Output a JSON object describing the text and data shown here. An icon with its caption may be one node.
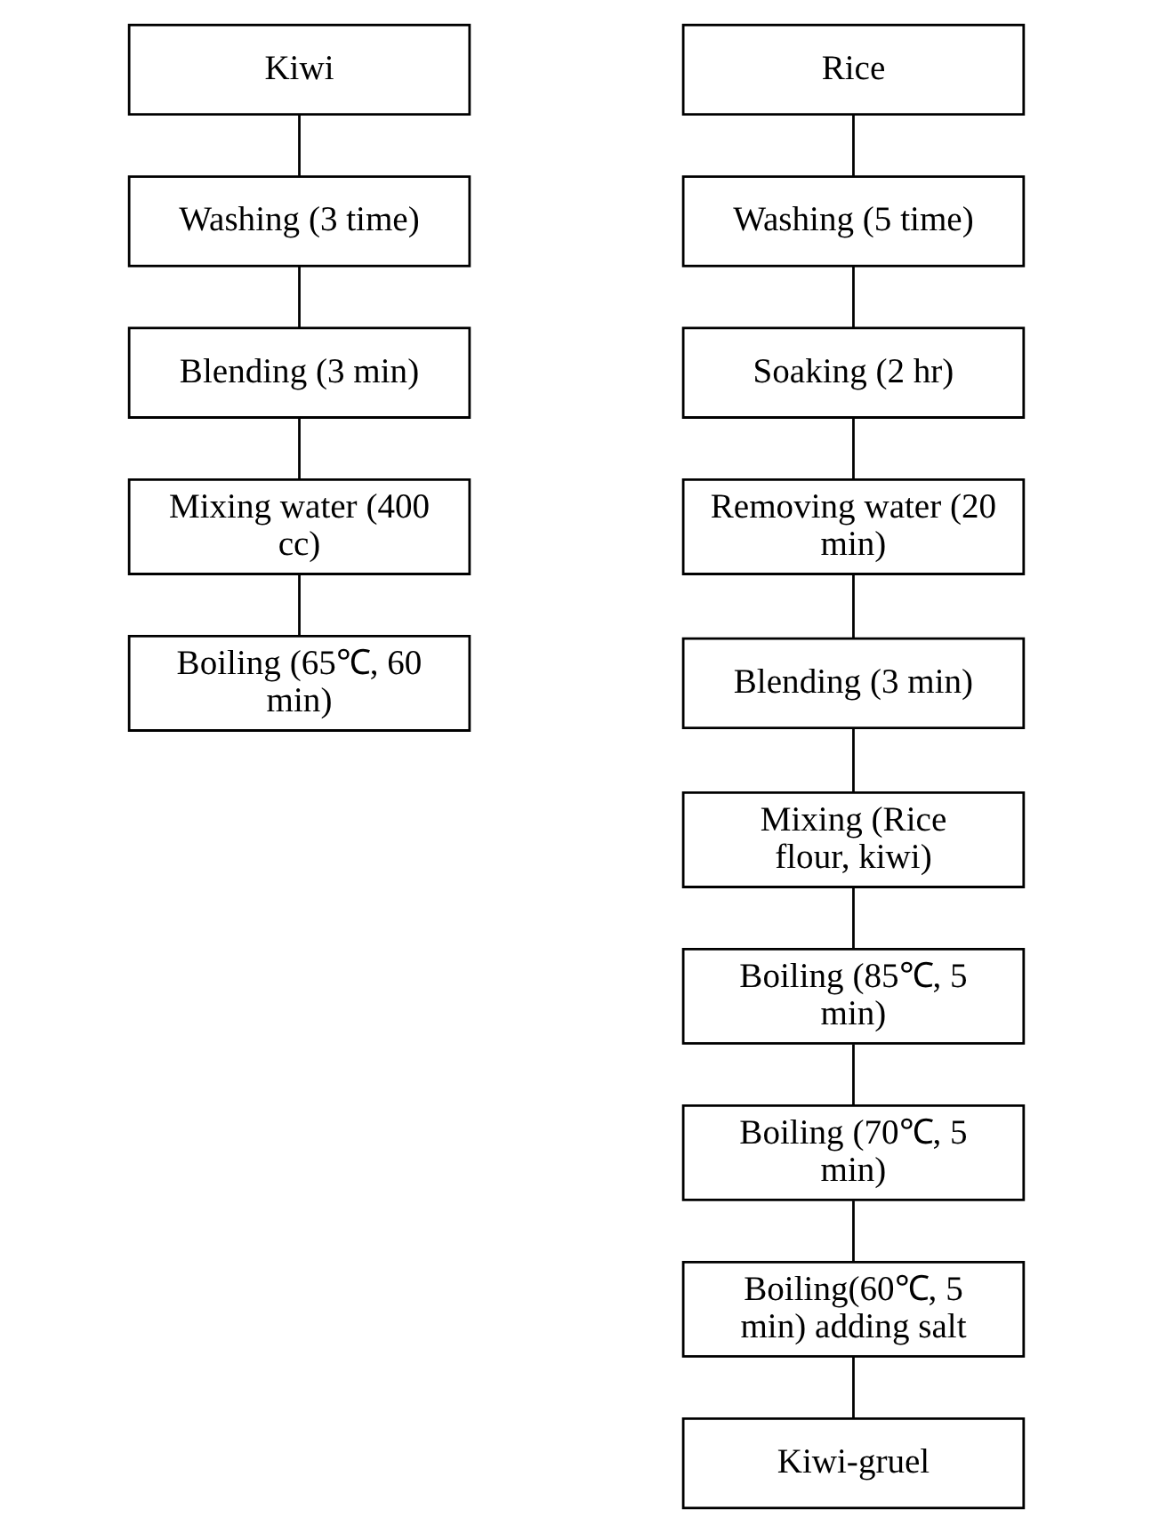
{
  "diagram": {
    "nodes": [
      {
        "text": [
          "Kiwi"
        ]
      },
      {
        "text": [
          "Washing (3 time)"
        ]
      },
      {
        "text": [
          "Blending (3 min)"
        ]
      },
      {
        "text": [
          "Mixing water (400 cc)"
        ]
      },
      {
        "text": [
          "Boiling (65℃, 60 min)"
        ]
      },
      {
        "text": [
          "Rice"
        ]
      },
      {
        "text": [
          "Washing (5 time)"
        ]
      },
      {
        "text": [
          "Soaking (2 hr)"
        ]
      },
      {
        "text": [
          "Removing water (20 min)"
        ]
      },
      {
        "text": [
          "Blending (3 min)"
        ]
      },
      {
        "text": [
          "Mixing (Rice flour, kiwi)"
        ]
      },
      {
        "text": [
          "Boiling (85℃, 5 min)"
        ]
      },
      {
        "text": [
          "Boiling (70℃, 5 min)"
        ]
      },
      {
        "text": [
          "Boiling(60℃, 5 min) adding salt"
        ]
      },
      {
        "text": [
          "Kiwi-gruel"
        ]
      }
    ],
    "edges": [
      {
        "from": 0,
        "to": 1,
        "arrow": "none"
      },
      {
        "from": 1,
        "to": 2,
        "arrow": "none"
      },
      {
        "from": 2,
        "to": 3,
        "arrow": "none"
      },
      {
        "from": 3,
        "to": 4,
        "arrow": "none"
      },
      {
        "from": 5,
        "to": 6,
        "arrow": "none"
      },
      {
        "from": 6,
        "to": 7,
        "arrow": "none"
      },
      {
        "from": 7,
        "to": 8,
        "arrow": "none"
      },
      {
        "from": 8,
        "to": 9,
        "arrow": "none"
      },
      {
        "from": 9,
        "to": 10,
        "arrow": "none"
      },
      {
        "from": 10,
        "to": 11,
        "arrow": "none"
      },
      {
        "from": 11,
        "to": 12,
        "arrow": "none"
      },
      {
        "from": 12,
        "to": 13,
        "arrow": "none"
      },
      {
        "from": 13,
        "to": 14,
        "arrow": "none"
      }
    ]
  }
}
